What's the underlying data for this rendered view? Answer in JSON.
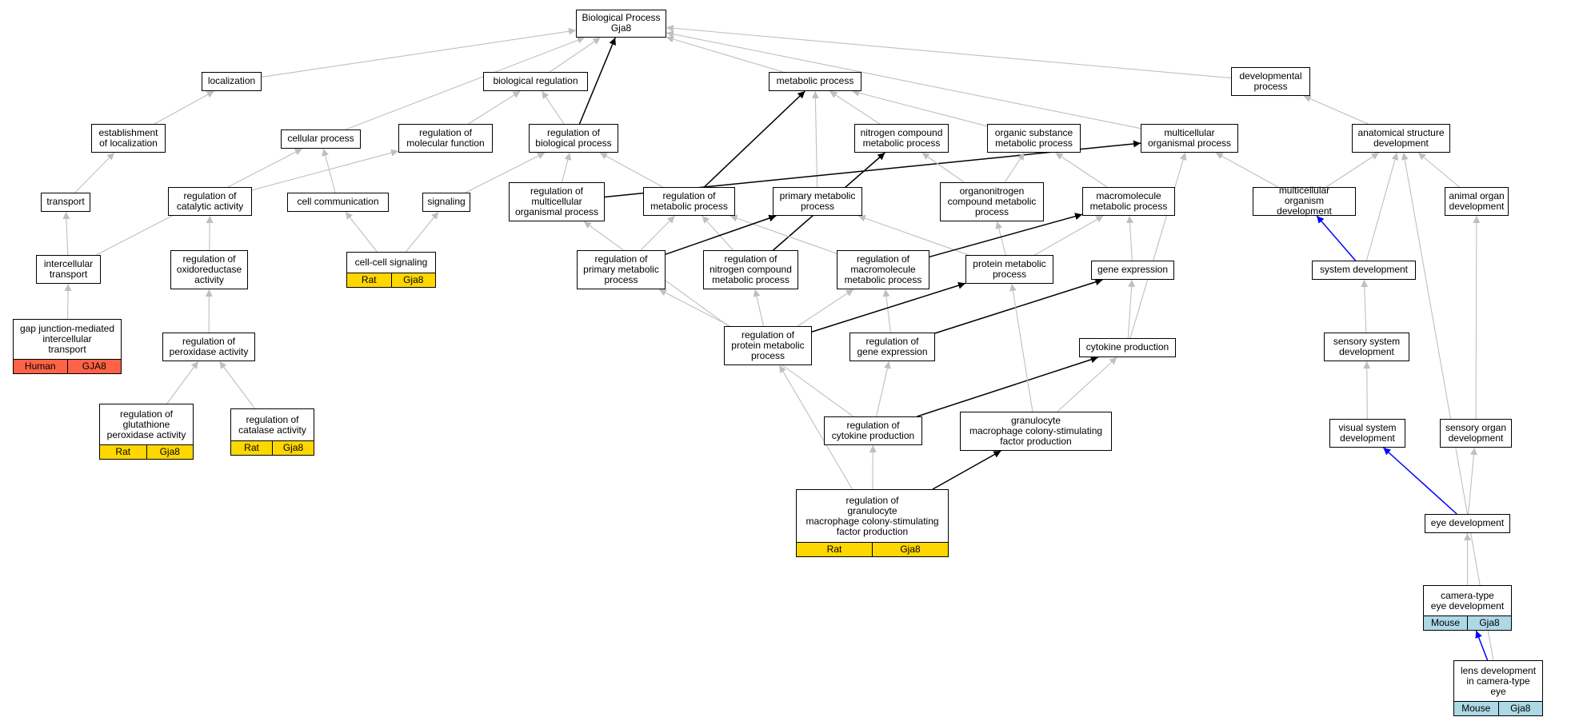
{
  "graph": {
    "root": "Biological Process\nGja8",
    "colors": {
      "human": "#ff6347",
      "rat": "#ffd700",
      "mouse": "#add8e6",
      "edge_default": "#bfbfbf",
      "edge_key": "#000000",
      "edge_blue": "#0000ff"
    },
    "nodes": [
      {
        "id": "bp",
        "label": "Biological Process\nGja8"
      },
      {
        "id": "localization",
        "label": "localization"
      },
      {
        "id": "bioreg",
        "label": "biological regulation"
      },
      {
        "id": "metabolic",
        "label": "metabolic process"
      },
      {
        "id": "devproc",
        "label": "developmental\nprocess"
      },
      {
        "id": "estloc",
        "label": "establishment\nof localization"
      },
      {
        "id": "cellular",
        "label": "cellular process"
      },
      {
        "id": "regmolfun",
        "label": "regulation of\nmolecular function"
      },
      {
        "id": "regbio",
        "label": "regulation of\nbiological process"
      },
      {
        "id": "nitrogen",
        "label": "nitrogen compound\nmetabolic process"
      },
      {
        "id": "organic",
        "label": "organic substance\nmetabolic process"
      },
      {
        "id": "multiorg",
        "label": "multicellular\norganismal process"
      },
      {
        "id": "anatdev",
        "label": "anatomical structure\ndevelopment"
      },
      {
        "id": "transport",
        "label": "transport"
      },
      {
        "id": "regcat",
        "label": "regulation of\ncatalytic activity"
      },
      {
        "id": "cellcomm",
        "label": "cell communication"
      },
      {
        "id": "signaling",
        "label": "signaling"
      },
      {
        "id": "regmulti",
        "label": "regulation of\nmulticellular\norganismal process"
      },
      {
        "id": "regmet",
        "label": "regulation of\nmetabolic process"
      },
      {
        "id": "primary",
        "label": "primary metabolic\nprocess"
      },
      {
        "id": "organonitro",
        "label": "organonitrogen\ncompound metabolic\nprocess"
      },
      {
        "id": "macromol",
        "label": "macromolecule\nmetabolic process"
      },
      {
        "id": "multidev",
        "label": "multicellular\norganism development"
      },
      {
        "id": "animalorgan",
        "label": "animal organ\ndevelopment"
      },
      {
        "id": "intracell",
        "label": "intercellular\ntransport"
      },
      {
        "id": "regoxido",
        "label": "regulation of\noxidoreductase\nactivity"
      },
      {
        "id": "ccsignal",
        "label": "cell-cell signaling",
        "annotation": [
          {
            "text": "Rat",
            "color": "rat"
          },
          {
            "text": "Gja8",
            "color": "rat"
          }
        ]
      },
      {
        "id": "regprimary",
        "label": "regulation of\nprimary metabolic\nprocess"
      },
      {
        "id": "regnitro",
        "label": "regulation of\nnitrogen compound\nmetabolic process"
      },
      {
        "id": "regmacro",
        "label": "regulation of\nmacromolecule\nmetabolic process"
      },
      {
        "id": "protmet",
        "label": "protein metabolic\nprocess"
      },
      {
        "id": "geneexp",
        "label": "gene expression"
      },
      {
        "id": "sysdev",
        "label": "system development"
      },
      {
        "id": "gapjunc",
        "label": "gap junction-mediated\nintercellular\ntransport",
        "annotation": [
          {
            "text": "Human",
            "color": "human"
          },
          {
            "text": "GJA8",
            "color": "human"
          }
        ]
      },
      {
        "id": "regperox",
        "label": "regulation of\nperoxidase activity"
      },
      {
        "id": "regprot",
        "label": "regulation of\nprotein metabolic\nprocess"
      },
      {
        "id": "reggeneexp",
        "label": "regulation of\ngene expression"
      },
      {
        "id": "cytokine",
        "label": "cytokine production"
      },
      {
        "id": "sensorysys",
        "label": "sensory system\ndevelopment"
      },
      {
        "id": "reggluta",
        "label": "regulation of\nglutathione\nperoxidase activity",
        "annotation": [
          {
            "text": "Rat",
            "color": "rat"
          },
          {
            "text": "Gja8",
            "color": "rat"
          }
        ]
      },
      {
        "id": "regcatal",
        "label": "regulation of\ncatalase activity",
        "annotation": [
          {
            "text": "Rat",
            "color": "rat"
          },
          {
            "text": "Gja8",
            "color": "rat"
          }
        ]
      },
      {
        "id": "regcyto",
        "label": "regulation of\ncytokine production"
      },
      {
        "id": "gmcsf",
        "label": "granulocyte\nmacrophage colony-stimulating\nfactor production"
      },
      {
        "id": "visualsys",
        "label": "visual system\ndevelopment"
      },
      {
        "id": "sensoryorg",
        "label": "sensory organ\ndevelopment"
      },
      {
        "id": "reggmcsf",
        "label": "regulation of\ngranulocyte\nmacrophage colony-stimulating\nfactor production",
        "annotation": [
          {
            "text": "Rat",
            "color": "rat"
          },
          {
            "text": "Gja8",
            "color": "rat"
          }
        ]
      },
      {
        "id": "eyedev",
        "label": "eye development"
      },
      {
        "id": "cameraeye",
        "label": "camera-type\neye development",
        "annotation": [
          {
            "text": "Mouse",
            "color": "mouse"
          },
          {
            "text": "Gja8",
            "color": "mouse"
          }
        ]
      },
      {
        "id": "lensdev",
        "label": "lens development\nin camera-type\neye",
        "annotation": [
          {
            "text": "Mouse",
            "color": "mouse"
          },
          {
            "text": "Gja8",
            "color": "mouse"
          }
        ]
      }
    ],
    "edges": [
      {
        "from": "localization",
        "to": "bp",
        "style": "gray"
      },
      {
        "from": "bioreg",
        "to": "bp",
        "style": "gray"
      },
      {
        "from": "metabolic",
        "to": "bp",
        "style": "gray"
      },
      {
        "from": "devproc",
        "to": "bp",
        "style": "gray"
      },
      {
        "from": "cellular",
        "to": "bp",
        "style": "gray"
      },
      {
        "from": "regbio",
        "to": "bp",
        "style": "black"
      },
      {
        "from": "multiorg",
        "to": "bp",
        "style": "gray"
      },
      {
        "from": "estloc",
        "to": "localization",
        "style": "gray"
      },
      {
        "from": "regmolfun",
        "to": "bioreg",
        "style": "gray"
      },
      {
        "from": "regbio",
        "to": "bioreg",
        "style": "gray"
      },
      {
        "from": "nitrogen",
        "to": "metabolic",
        "style": "gray"
      },
      {
        "from": "organic",
        "to": "metabolic",
        "style": "gray"
      },
      {
        "from": "primary",
        "to": "metabolic",
        "style": "gray"
      },
      {
        "from": "regmet",
        "to": "metabolic",
        "style": "black"
      },
      {
        "from": "anatdev",
        "to": "devproc",
        "style": "gray"
      },
      {
        "from": "transport",
        "to": "estloc",
        "style": "gray"
      },
      {
        "from": "cellcomm",
        "to": "cellular",
        "style": "gray"
      },
      {
        "from": "intracell",
        "to": "cellular",
        "style": "gray"
      },
      {
        "from": "regcat",
        "to": "regmolfun",
        "style": "gray"
      },
      {
        "from": "signaling",
        "to": "regbio",
        "style": "gray"
      },
      {
        "from": "regmulti",
        "to": "regbio",
        "style": "gray"
      },
      {
        "from": "regmet",
        "to": "regbio",
        "style": "gray"
      },
      {
        "from": "regmulti",
        "to": "multiorg",
        "style": "black"
      },
      {
        "from": "multidev",
        "to": "multiorg",
        "style": "gray"
      },
      {
        "from": "cytokine",
        "to": "multiorg",
        "style": "gray"
      },
      {
        "from": "organonitro",
        "to": "nitrogen",
        "style": "gray"
      },
      {
        "from": "regnitro",
        "to": "nitrogen",
        "style": "black"
      },
      {
        "from": "organonitro",
        "to": "organic",
        "style": "gray"
      },
      {
        "from": "macromol",
        "to": "organic",
        "style": "gray"
      },
      {
        "from": "multidev",
        "to": "anatdev",
        "style": "gray"
      },
      {
        "from": "animalorgan",
        "to": "anatdev",
        "style": "gray"
      },
      {
        "from": "sysdev",
        "to": "anatdev",
        "style": "gray"
      },
      {
        "from": "lensdev",
        "to": "anatdev",
        "style": "gray"
      },
      {
        "from": "intracell",
        "to": "transport",
        "style": "gray"
      },
      {
        "from": "regoxido",
        "to": "regcat",
        "style": "gray"
      },
      {
        "from": "ccsignal",
        "to": "cellcomm",
        "style": "gray"
      },
      {
        "from": "ccsignal",
        "to": "signaling",
        "style": "gray"
      },
      {
        "from": "regprimary",
        "to": "regmet",
        "style": "gray"
      },
      {
        "from": "regnitro",
        "to": "regmet",
        "style": "gray"
      },
      {
        "from": "regmacro",
        "to": "regmet",
        "style": "gray"
      },
      {
        "from": "regprimary",
        "to": "primary",
        "style": "black"
      },
      {
        "from": "protmet",
        "to": "primary",
        "style": "gray"
      },
      {
        "from": "protmet",
        "to": "organonitro",
        "style": "gray"
      },
      {
        "from": "protmet",
        "to": "macromol",
        "style": "gray"
      },
      {
        "from": "regmacro",
        "to": "macromol",
        "style": "black"
      },
      {
        "from": "geneexp",
        "to": "macromol",
        "style": "gray"
      },
      {
        "from": "sysdev",
        "to": "multidev",
        "style": "blue"
      },
      {
        "from": "sensoryorg",
        "to": "animalorgan",
        "style": "gray"
      },
      {
        "from": "gapjunc",
        "to": "intracell",
        "style": "gray"
      },
      {
        "from": "regperox",
        "to": "regoxido",
        "style": "gray"
      },
      {
        "from": "regprot",
        "to": "regprimary",
        "style": "gray"
      },
      {
        "from": "regprot",
        "to": "regnitro",
        "style": "gray"
      },
      {
        "from": "regprot",
        "to": "regmacro",
        "style": "gray"
      },
      {
        "from": "reggeneexp",
        "to": "regmacro",
        "style": "gray"
      },
      {
        "from": "regprot",
        "to": "protmet",
        "style": "black"
      },
      {
        "from": "reggeneexp",
        "to": "geneexp",
        "style": "black"
      },
      {
        "from": "cytokine",
        "to": "geneexp",
        "style": "gray"
      },
      {
        "from": "sensorysys",
        "to": "sysdev",
        "style": "gray"
      },
      {
        "from": "reggluta",
        "to": "regperox",
        "style": "gray"
      },
      {
        "from": "regcatal",
        "to": "regperox",
        "style": "gray"
      },
      {
        "from": "regcyto",
        "to": "regmulti",
        "style": "gray"
      },
      {
        "from": "regcyto",
        "to": "reggeneexp",
        "style": "gray"
      },
      {
        "from": "regcyto",
        "to": "cytokine",
        "style": "black"
      },
      {
        "from": "gmcsf",
        "to": "cytokine",
        "style": "gray"
      },
      {
        "from": "gmcsf",
        "to": "protmet",
        "style": "gray"
      },
      {
        "from": "visualsys",
        "to": "sensorysys",
        "style": "gray"
      },
      {
        "from": "reggmcsf",
        "to": "regcyto",
        "style": "gray"
      },
      {
        "from": "reggmcsf",
        "to": "gmcsf",
        "style": "black"
      },
      {
        "from": "reggmcsf",
        "to": "regprot",
        "style": "gray"
      },
      {
        "from": "eyedev",
        "to": "visualsys",
        "style": "blue"
      },
      {
        "from": "eyedev",
        "to": "sensoryorg",
        "style": "gray"
      },
      {
        "from": "cameraeye",
        "to": "eyedev",
        "style": "gray"
      },
      {
        "from": "lensdev",
        "to": "cameraeye",
        "style": "blue"
      }
    ]
  }
}
